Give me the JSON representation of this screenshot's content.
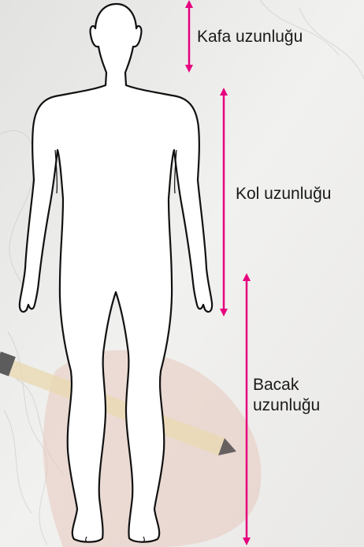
{
  "labels": {
    "head": "Kafa uzunluğu",
    "arm": "Kol uzunluğu",
    "leg_line1": "Bacak",
    "leg_line2": "uzunluğu"
  },
  "colors": {
    "arrow": "#e6007e",
    "outline": "#111111",
    "figure_fill": "#ffffff",
    "background": "#eeeeec"
  }
}
